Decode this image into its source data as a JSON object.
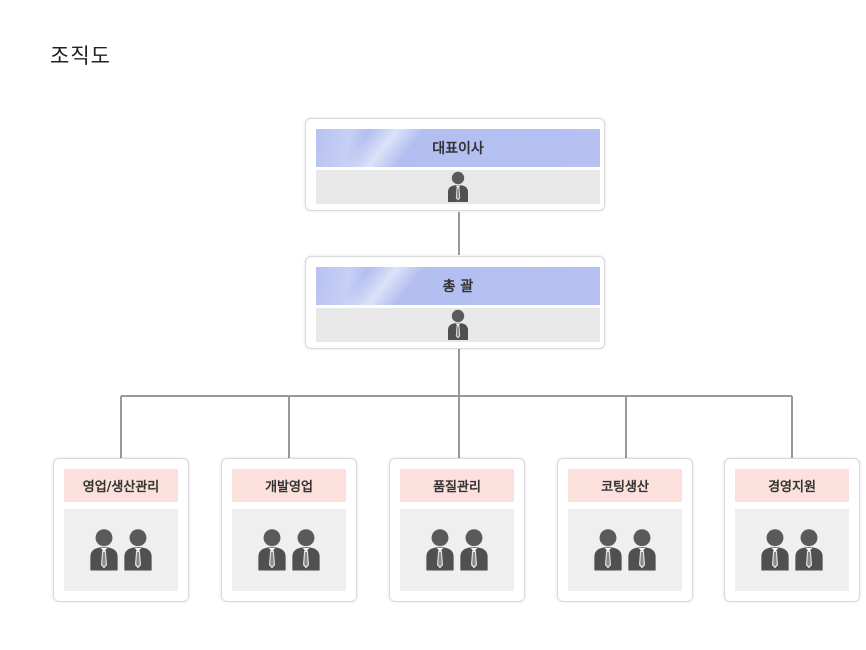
{
  "page": {
    "title": "조직도"
  },
  "org": {
    "ceo": {
      "label": "대표이사"
    },
    "general": {
      "label": "총 괄"
    },
    "departments": [
      {
        "label": "영업/생산관리"
      },
      {
        "label": "개발영업"
      },
      {
        "label": "품질관리"
      },
      {
        "label": "코팅생산"
      },
      {
        "label": "경영지원"
      }
    ]
  },
  "icons": {
    "person": "person-icon"
  },
  "colors": {
    "executive_header": "#b6c1f2",
    "executive_body": "#e8e8e8",
    "department_header": "#fbe0dc",
    "department_body": "#efefef",
    "connector": "#999999",
    "person_icon": "#555555"
  }
}
